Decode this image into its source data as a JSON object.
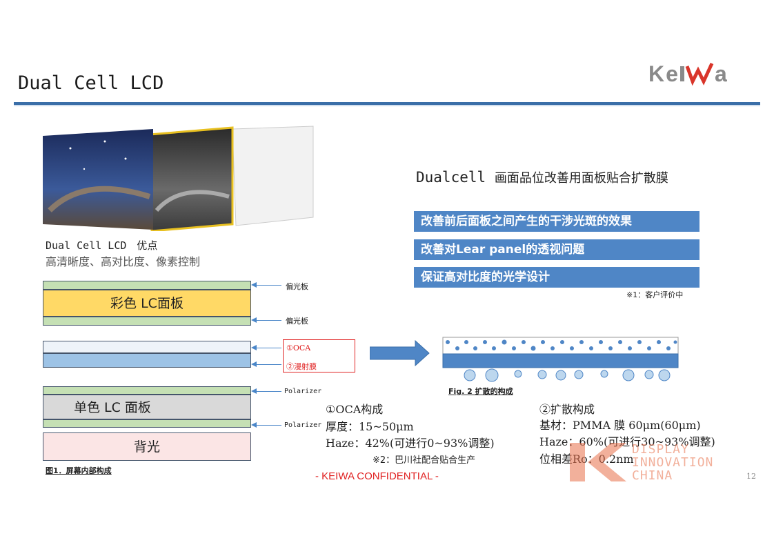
{
  "header": {
    "title": "Dual Cell LCD",
    "logo": "KeIWa"
  },
  "intro": {
    "heading": "Dual Cell LCD　优点",
    "subtext": "高清晰度、高对比度、像素控制"
  },
  "stack": {
    "color_panel": "彩色 LC面板",
    "mono_panel": "单色 LC 面板",
    "backlight": "背光",
    "polarizer_cn_1": "偏光板",
    "polarizer_cn_2": "偏光板",
    "oca": "①OCA",
    "diffusion": "②漫射膜",
    "polarizer_en_1": "Polarizer",
    "polarizer_en_2": "Polarizer",
    "fig1_caption": "图1．屏幕内部构成"
  },
  "right": {
    "headline_latin": "Dualcell",
    "headline_cn": "画面品位改善用面板贴合扩散膜",
    "benefits": [
      "改善前后面板之间产生的干涉光斑的效果",
      "改善对Lear panel的透视问题",
      "保证高对比度的光学设计"
    ],
    "note1": "※1：客户评价中",
    "fig2_caption": "Fig. 2 扩散的构成"
  },
  "oca_spec": {
    "title": "①OCA构成",
    "thickness": "厚度：15~50μm",
    "haze": "Haze：42%(可进行0~93%调整)",
    "note2": "※2：巴川社配合贴合生产"
  },
  "diff_spec": {
    "title": "②扩散构成",
    "base": "基材：PMMA 膜 60μm(60μm)",
    "haze": "Haze：60%(可进行30~93%调整)",
    "retardation": "位相差Ro：0.2nm"
  },
  "footer": {
    "confidential": "- KEIWA CONFIDENTIAL -",
    "page": "12",
    "watermark": [
      "DISPLAY",
      "INNOVATION",
      "CHINA"
    ]
  },
  "colors": {
    "accent_blue": "#4f86c6",
    "header_rule": "#3a6ea8",
    "polarizer_green": "#c5e0b4",
    "color_panel": "#ffd966",
    "mono_panel": "#d9d9d9",
    "backlight": "#fbe5e5",
    "diffusion": "#9dc3e6",
    "confidential_red": "#e02020"
  }
}
